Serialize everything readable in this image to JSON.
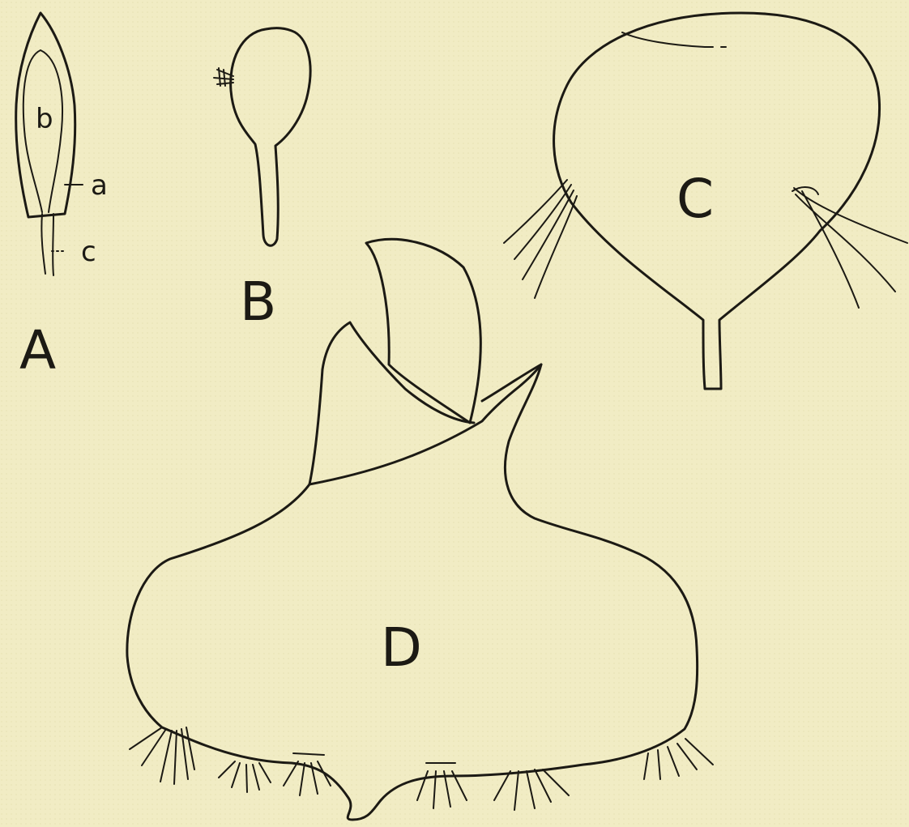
{
  "figure": {
    "labels": {
      "A": "A",
      "B": "B",
      "C": "C",
      "D": "D",
      "a": "a",
      "b": "b",
      "c": "c"
    }
  }
}
